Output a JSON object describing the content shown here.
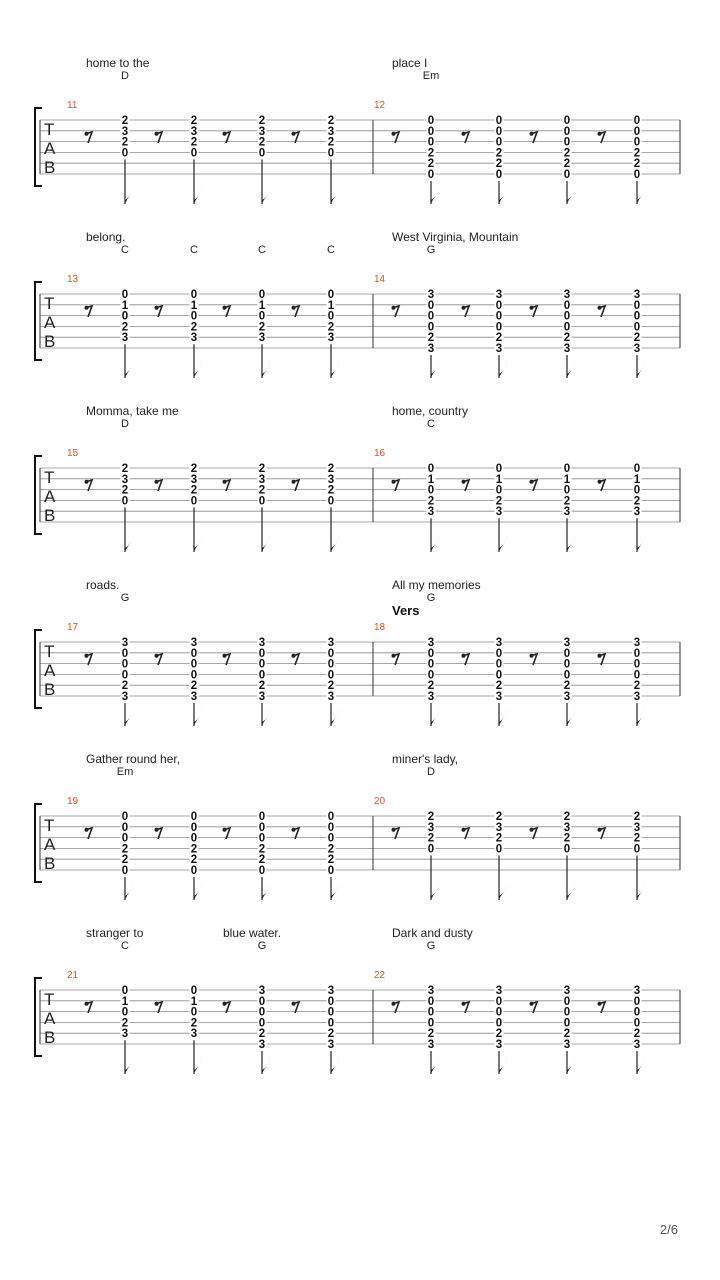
{
  "page_number": "2/6",
  "systems": [
    {
      "lyrics": [
        "home to the",
        "place I"
      ],
      "section": "",
      "measures": [
        {
          "number": "11",
          "beats": [
            {
              "chord": "D",
              "frets": [
                "2",
                "3",
                "2",
                "0",
                "",
                ""
              ]
            },
            {
              "chord": "",
              "frets": [
                "2",
                "3",
                "2",
                "0",
                "",
                ""
              ]
            },
            {
              "chord": "",
              "frets": [
                "2",
                "3",
                "2",
                "0",
                "",
                ""
              ]
            },
            {
              "chord": "",
              "frets": [
                "2",
                "3",
                "2",
                "0",
                "",
                ""
              ]
            }
          ]
        },
        {
          "number": "12",
          "beats": [
            {
              "chord": "Em",
              "frets": [
                "0",
                "0",
                "0",
                "2",
                "2",
                "0"
              ]
            },
            {
              "chord": "",
              "frets": [
                "0",
                "0",
                "0",
                "2",
                "2",
                "0"
              ]
            },
            {
              "chord": "",
              "frets": [
                "0",
                "0",
                "0",
                "2",
                "2",
                "0"
              ]
            },
            {
              "chord": "",
              "frets": [
                "0",
                "0",
                "0",
                "2",
                "2",
                "0"
              ]
            }
          ]
        }
      ]
    },
    {
      "lyrics": [
        "belong.",
        "West Virginia, Mountain"
      ],
      "section": "",
      "measures": [
        {
          "number": "13",
          "beats": [
            {
              "chord": "C",
              "frets": [
                "0",
                "1",
                "0",
                "2",
                "3",
                ""
              ]
            },
            {
              "chord": "C",
              "frets": [
                "0",
                "1",
                "0",
                "2",
                "3",
                ""
              ]
            },
            {
              "chord": "C",
              "frets": [
                "0",
                "1",
                "0",
                "2",
                "3",
                ""
              ]
            },
            {
              "chord": "C",
              "frets": [
                "0",
                "1",
                "0",
                "2",
                "3",
                ""
              ]
            }
          ]
        },
        {
          "number": "14",
          "beats": [
            {
              "chord": "G",
              "frets": [
                "3",
                "0",
                "0",
                "0",
                "2",
                "3"
              ]
            },
            {
              "chord": "",
              "frets": [
                "3",
                "0",
                "0",
                "0",
                "2",
                "3"
              ]
            },
            {
              "chord": "",
              "frets": [
                "3",
                "0",
                "0",
                "0",
                "2",
                "3"
              ]
            },
            {
              "chord": "",
              "frets": [
                "3",
                "0",
                "0",
                "0",
                "2",
                "3"
              ]
            }
          ]
        }
      ]
    },
    {
      "lyrics": [
        "Momma, take me",
        "home, country"
      ],
      "section": "",
      "measures": [
        {
          "number": "15",
          "beats": [
            {
              "chord": "D",
              "frets": [
                "2",
                "3",
                "2",
                "0",
                "",
                ""
              ]
            },
            {
              "chord": "",
              "frets": [
                "2",
                "3",
                "2",
                "0",
                "",
                ""
              ]
            },
            {
              "chord": "",
              "frets": [
                "2",
                "3",
                "2",
                "0",
                "",
                ""
              ]
            },
            {
              "chord": "",
              "frets": [
                "2",
                "3",
                "2",
                "0",
                "",
                ""
              ]
            }
          ]
        },
        {
          "number": "16",
          "beats": [
            {
              "chord": "C",
              "frets": [
                "0",
                "1",
                "0",
                "2",
                "3",
                ""
              ]
            },
            {
              "chord": "",
              "frets": [
                "0",
                "1",
                "0",
                "2",
                "3",
                ""
              ]
            },
            {
              "chord": "",
              "frets": [
                "0",
                "1",
                "0",
                "2",
                "3",
                ""
              ]
            },
            {
              "chord": "",
              "frets": [
                "0",
                "1",
                "0",
                "2",
                "3",
                ""
              ]
            }
          ]
        }
      ]
    },
    {
      "lyrics": [
        "roads.",
        "All my memories"
      ],
      "section": "Vers",
      "measures": [
        {
          "number": "17",
          "beats": [
            {
              "chord": "G",
              "frets": [
                "3",
                "0",
                "0",
                "0",
                "2",
                "3"
              ]
            },
            {
              "chord": "",
              "frets": [
                "3",
                "0",
                "0",
                "0",
                "2",
                "3"
              ]
            },
            {
              "chord": "",
              "frets": [
                "3",
                "0",
                "0",
                "0",
                "2",
                "3"
              ]
            },
            {
              "chord": "",
              "frets": [
                "3",
                "0",
                "0",
                "0",
                "2",
                "3"
              ]
            }
          ]
        },
        {
          "number": "18",
          "beats": [
            {
              "chord": "G",
              "frets": [
                "3",
                "0",
                "0",
                "0",
                "2",
                "3"
              ]
            },
            {
              "chord": "",
              "frets": [
                "3",
                "0",
                "0",
                "0",
                "2",
                "3"
              ]
            },
            {
              "chord": "",
              "frets": [
                "3",
                "0",
                "0",
                "0",
                "2",
                "3"
              ]
            },
            {
              "chord": "",
              "frets": [
                "3",
                "0",
                "0",
                "0",
                "2",
                "3"
              ]
            }
          ]
        }
      ]
    },
    {
      "lyrics": [
        "Gather round her,",
        "miner's lady,"
      ],
      "section": "",
      "measures": [
        {
          "number": "19",
          "beats": [
            {
              "chord": "Em",
              "frets": [
                "0",
                "0",
                "0",
                "2",
                "2",
                "0"
              ]
            },
            {
              "chord": "",
              "frets": [
                "0",
                "0",
                "0",
                "2",
                "2",
                "0"
              ]
            },
            {
              "chord": "",
              "frets": [
                "0",
                "0",
                "0",
                "2",
                "2",
                "0"
              ]
            },
            {
              "chord": "",
              "frets": [
                "0",
                "0",
                "0",
                "2",
                "2",
                "0"
              ]
            }
          ]
        },
        {
          "number": "20",
          "beats": [
            {
              "chord": "D",
              "frets": [
                "2",
                "3",
                "2",
                "0",
                "",
                ""
              ]
            },
            {
              "chord": "",
              "frets": [
                "2",
                "3",
                "2",
                "0",
                "",
                ""
              ]
            },
            {
              "chord": "",
              "frets": [
                "2",
                "3",
                "2",
                "0",
                "",
                ""
              ]
            },
            {
              "chord": "",
              "frets": [
                "2",
                "3",
                "2",
                "0",
                "",
                ""
              ]
            }
          ]
        }
      ]
    },
    {
      "lyrics": [
        "stranger to",
        "blue water.",
        "Dark and dusty"
      ],
      "section": "",
      "measures": [
        {
          "number": "21",
          "beats": [
            {
              "chord": "C",
              "frets": [
                "0",
                "1",
                "0",
                "2",
                "3",
                ""
              ]
            },
            {
              "chord": "",
              "frets": [
                "0",
                "1",
                "0",
                "2",
                "3",
                ""
              ]
            },
            {
              "chord": "G",
              "frets": [
                "3",
                "0",
                "0",
                "0",
                "2",
                "3"
              ]
            },
            {
              "chord": "",
              "frets": [
                "3",
                "0",
                "0",
                "0",
                "2",
                "3"
              ]
            }
          ]
        },
        {
          "number": "22",
          "beats": [
            {
              "chord": "G",
              "frets": [
                "3",
                "0",
                "0",
                "0",
                "2",
                "3"
              ]
            },
            {
              "chord": "",
              "frets": [
                "3",
                "0",
                "0",
                "0",
                "2",
                "3"
              ]
            },
            {
              "chord": "",
              "frets": [
                "3",
                "0",
                "0",
                "0",
                "2",
                "3"
              ]
            },
            {
              "chord": "",
              "frets": [
                "3",
                "0",
                "0",
                "0",
                "2",
                "3"
              ]
            }
          ]
        }
      ]
    }
  ]
}
